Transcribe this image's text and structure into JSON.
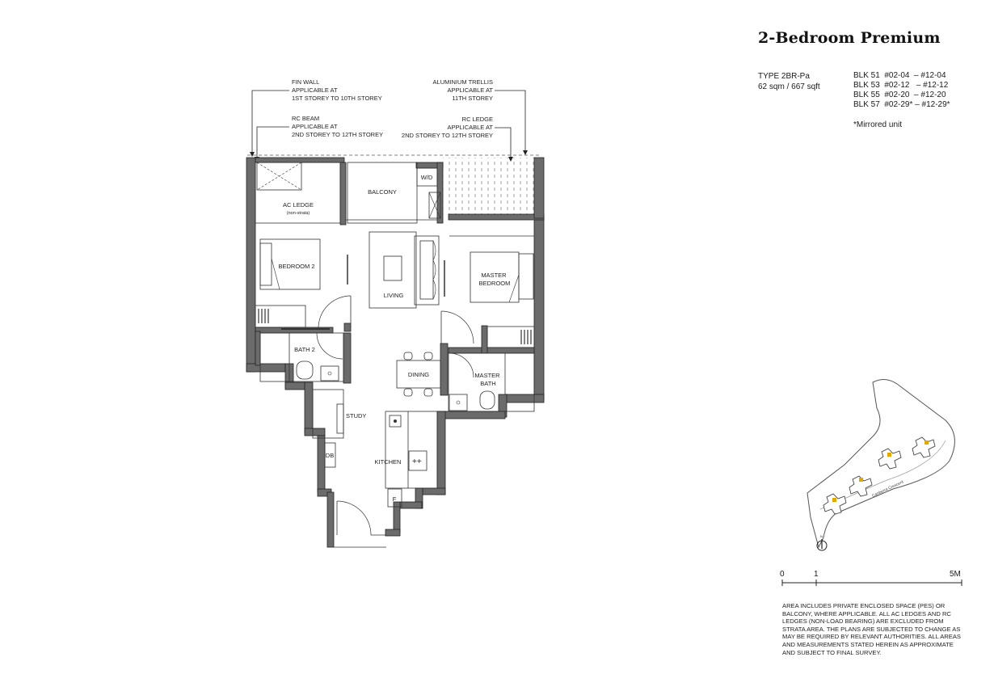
{
  "header": {
    "title": "2-Bedroom Premium",
    "unit_type": "TYPE 2BR-Pa",
    "unit_area": "62 sqm / 667 sqft",
    "blocks": [
      "BLK 51  #02-04  – #12-04",
      "BLK 53  #02-12   – #12-12",
      "BLK 55  #02-20  – #12-20",
      "BLK 57  #02-29* – #12-29*"
    ],
    "mirror_note": "*Mirrored unit"
  },
  "plan": {
    "annotations": {
      "fin_wall": [
        "FIN WALL",
        "APPLICABLE AT",
        "1ST STOREY TO 10TH  STOREY"
      ],
      "rc_beam": [
        "RC BEAM",
        "APPLICABLE AT",
        "2ND STOREY TO 12TH  STOREY"
      ],
      "trellis": [
        "ALUMINIUM TRELLIS",
        "APPLICABLE AT",
        "11TH STOREY"
      ],
      "rc_ledge": [
        "RC LEDGE",
        "APPLICABLE AT",
        "2ND STOREY TO 12TH STOREY"
      ]
    },
    "rooms": {
      "ac_ledge": "AC LEDGE",
      "ac_ledge_note": "(non-strata)",
      "balcony": "BALCONY",
      "wd": "W/D",
      "bedroom2": "BEDROOM 2",
      "living": "LIVING",
      "master_bedroom": [
        "MASTER",
        "BEDROOM"
      ],
      "bath2": "BATH 2",
      "dining": "DINING",
      "master_bath": [
        "MASTER",
        "BATH"
      ],
      "study": "STUDY",
      "db": "DB",
      "kitchen": "KITCHEN",
      "fridge": "F"
    }
  },
  "scale": {
    "labels": [
      "0",
      "1",
      "5M"
    ]
  },
  "keyplan": {
    "road_label": "Canberra Crescent",
    "north": "N"
  },
  "disclaimer": "AREA INCLUDES PRIVATE ENCLOSED SPACE (PES) OR BALCONY, WHERE APPLICABLE. ALL AC LEDGES AND RC LEDGES (NON-LOAD BEARING) ARE EXCLUDED FROM STRATA AREA. THE PLANS ARE SUBJECTED TO CHANGE AS MAY BE REQUIRED BY RELEVANT AUTHORITIES. ALL AREAS AND MEASUREMENTS STATED HEREIN AS APPROXIMATE AND SUBJECT TO FINAL SURVEY."
}
